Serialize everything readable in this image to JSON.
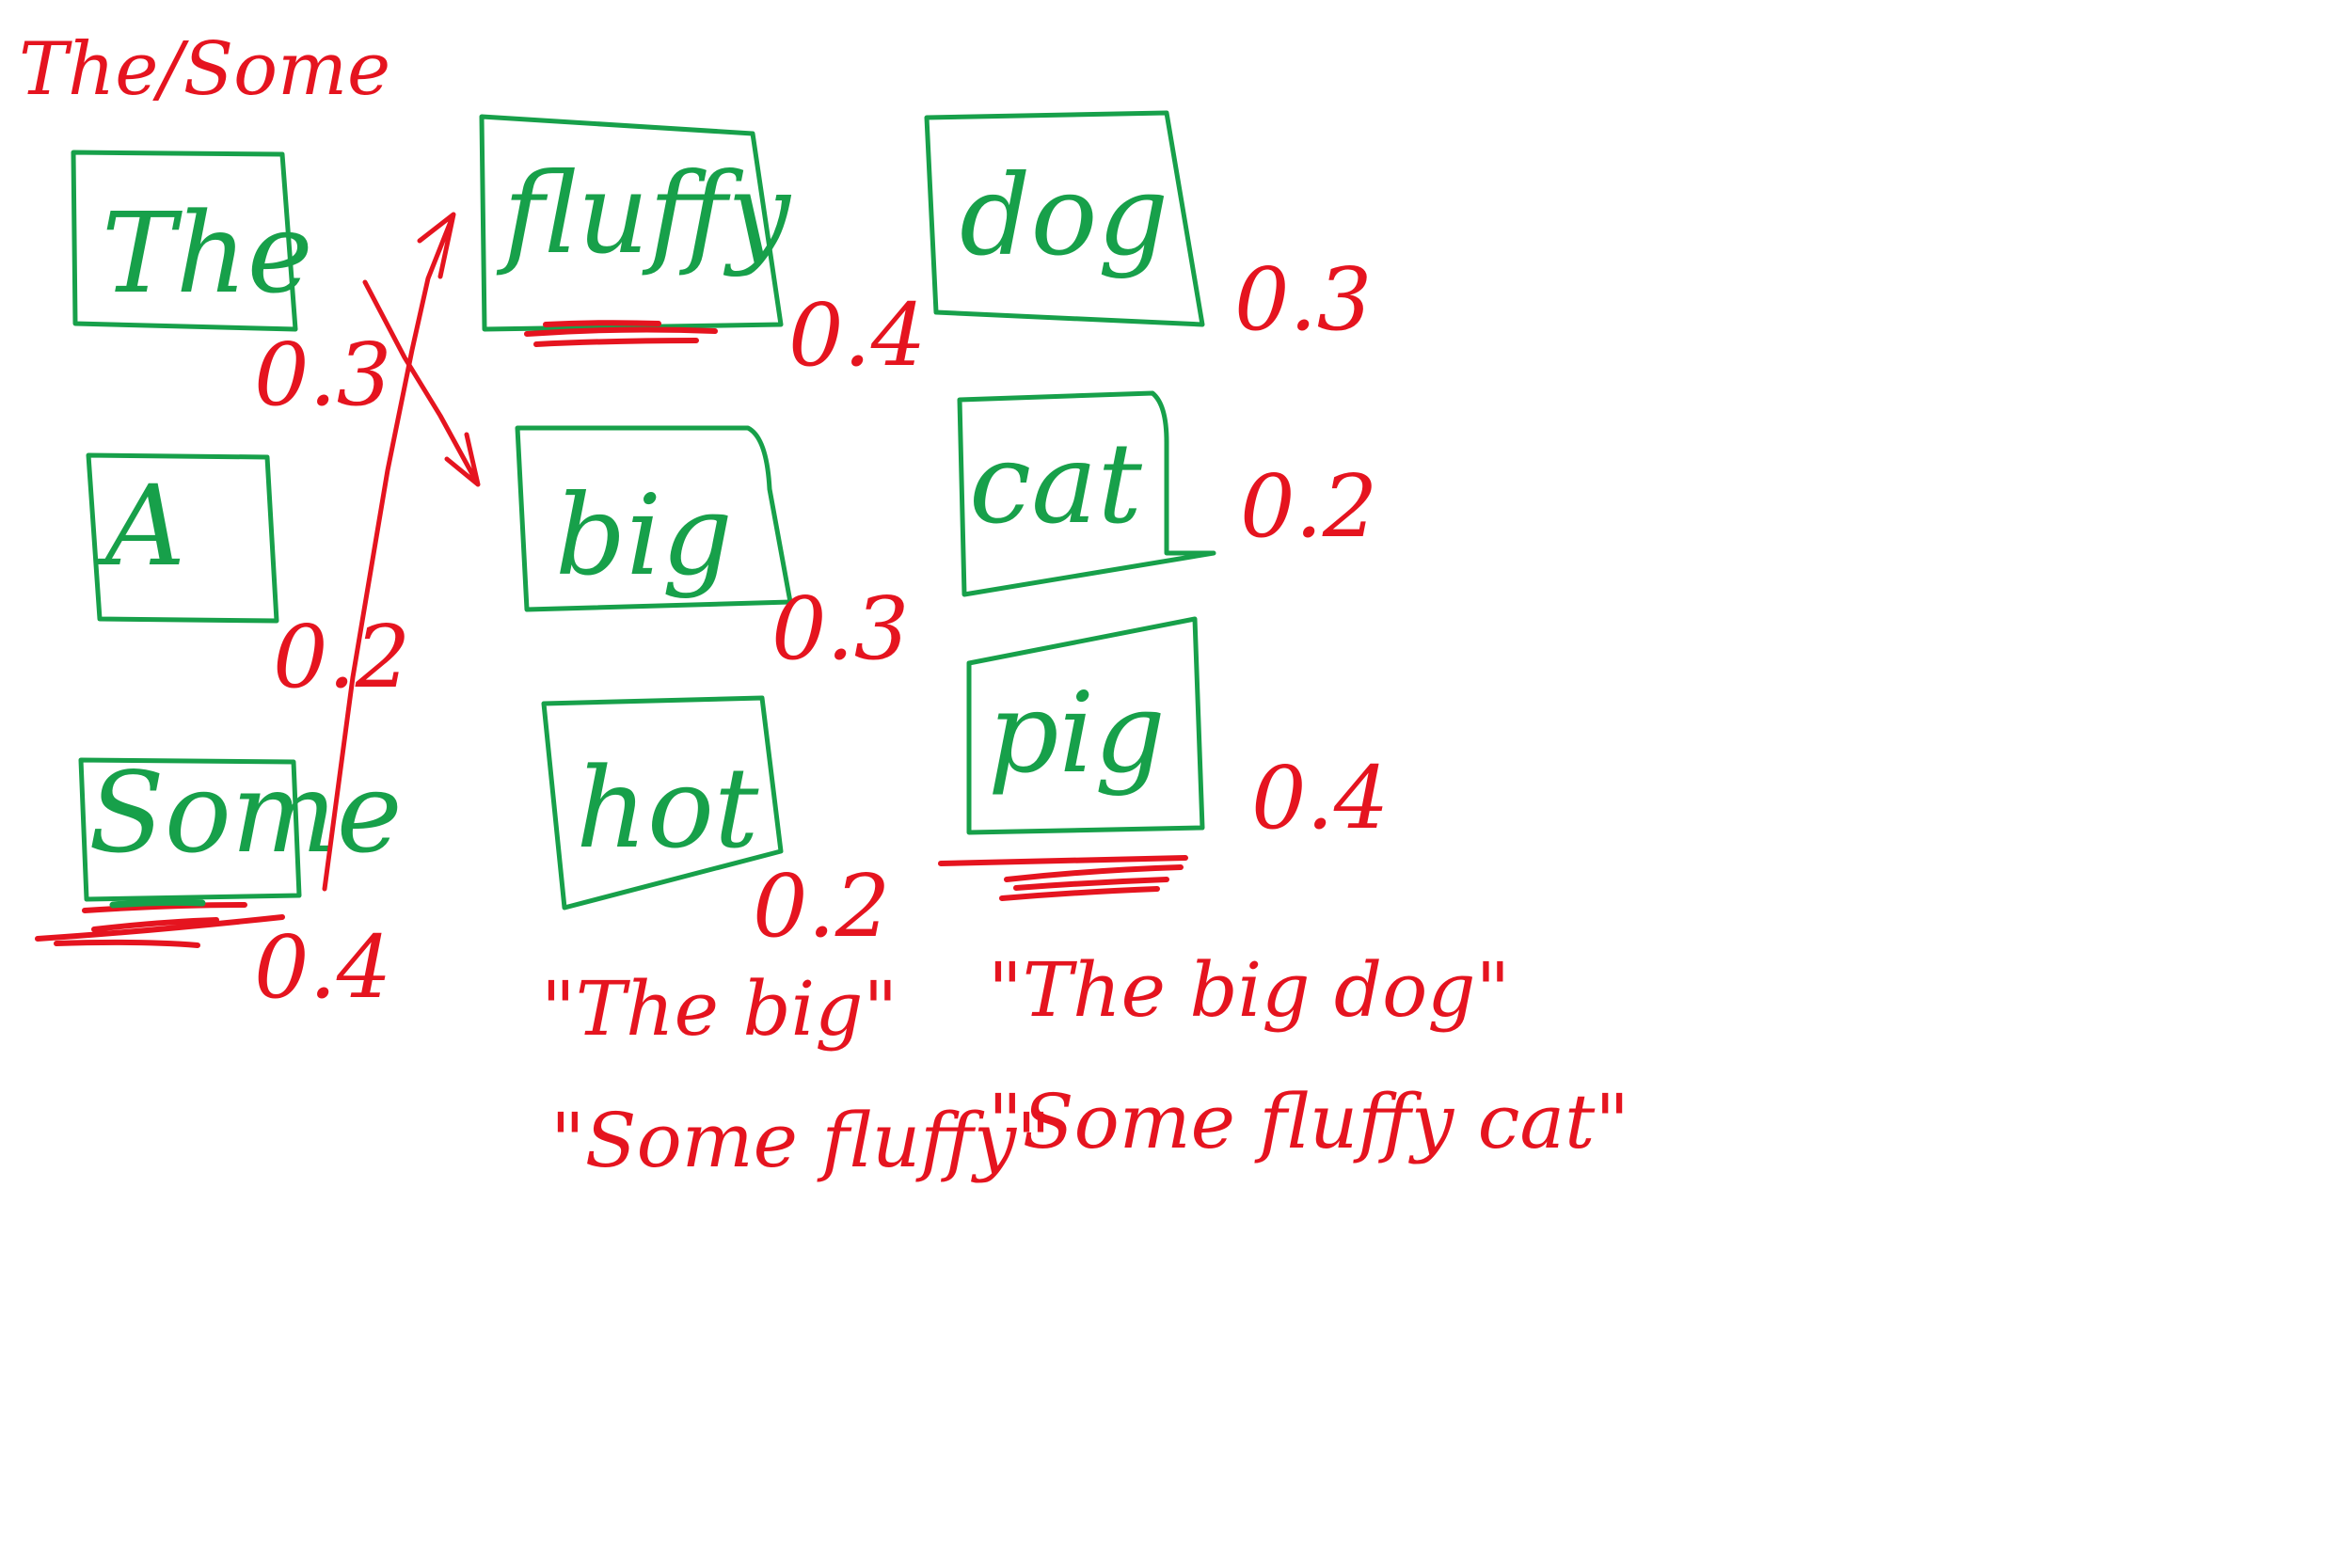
{
  "header_note": "The/Some",
  "columns": [
    {
      "tokens": [
        {
          "word": "The",
          "prob": "0.3"
        },
        {
          "word": "A",
          "prob": "0.2"
        },
        {
          "word": "Some",
          "prob": "0.4"
        }
      ]
    },
    {
      "tokens": [
        {
          "word": "fluffy",
          "prob": "0.4"
        },
        {
          "word": "big",
          "prob": "0.3"
        },
        {
          "word": "hot",
          "prob": "0.2"
        }
      ],
      "phrases": [
        "\"The big\"",
        "\"Some fluffy\""
      ]
    },
    {
      "tokens": [
        {
          "word": "dog",
          "prob": "0.3"
        },
        {
          "word": "cat",
          "prob": "0.2"
        },
        {
          "word": "pig",
          "prob": "0.4"
        }
      ],
      "phrases": [
        "\"The big dog\"",
        "\"Some fluffy cat\""
      ]
    }
  ],
  "colors": {
    "box_ink": "#17a04a",
    "annotation_ink": "#e5141f",
    "background": "#ffffff"
  }
}
